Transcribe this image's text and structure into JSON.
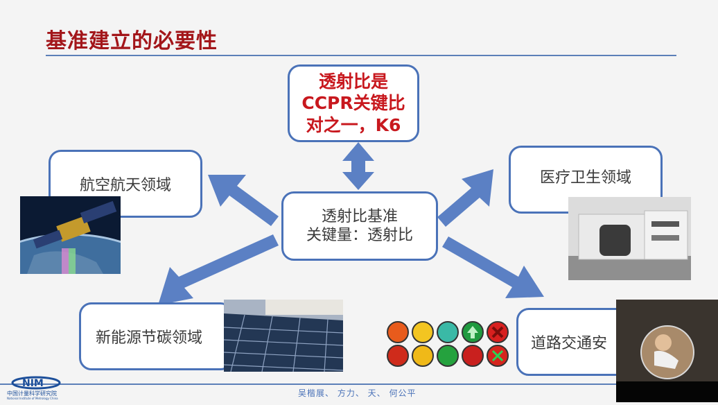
{
  "slide": {
    "title": "基准建立的必要性",
    "top_box": {
      "line1": "透射比是",
      "line2": "CCPR关键比",
      "line3": "对之一，K6"
    },
    "center_box": {
      "line1": "透射比基准",
      "line2": "关键量：透射比"
    },
    "aerospace_box": "航空航天领域",
    "medical_box": "医疗卫生领域",
    "energy_box": "新能源节碳领域",
    "traffic_box": "道路交通安"
  },
  "footer": {
    "logo_text": "中国计量科学研究院",
    "logo_subtext": "National Institute of Metrology China",
    "credits": "吴楷展、 方力、 天、 何公平"
  },
  "colors": {
    "title": "#a3161a",
    "accent": "#4a72b8",
    "arrow": "#5b80c4"
  }
}
